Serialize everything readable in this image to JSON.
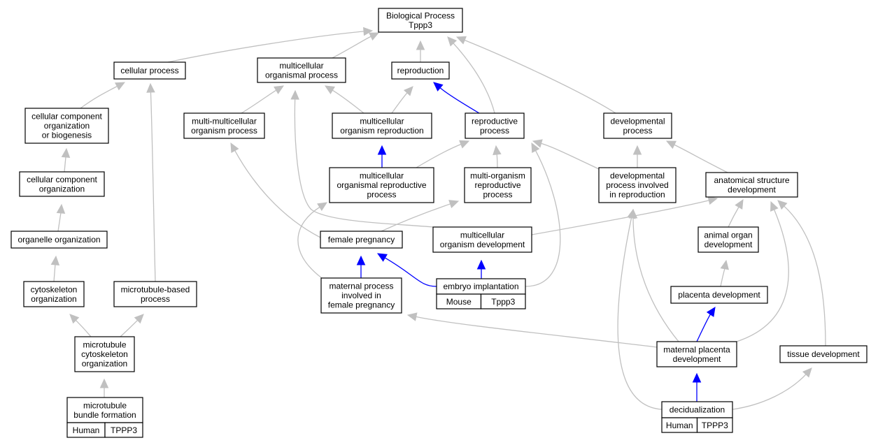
{
  "colors": {
    "edge_default": "#c0c0c0",
    "edge_highlight": "#0000ff",
    "badge_mouse": "#add8e6",
    "badge_human": "#f4614a",
    "node_border": "#000000",
    "background": "#ffffff"
  },
  "nodes": {
    "biological_process": [
      "Biological Process",
      "Tppp3"
    ],
    "cellular_process": [
      "cellular process"
    ],
    "multicellular_organismal_process": [
      "multicellular",
      "organismal process"
    ],
    "reproduction": [
      "reproduction"
    ],
    "cellular_component_organization_or_biogenesis": [
      "cellular component",
      "organization",
      "or biogenesis"
    ],
    "multi_multicellular_organism_process": [
      "multi-multicellular",
      "organism process"
    ],
    "multicellular_organism_reproduction": [
      "multicellular",
      "organism reproduction"
    ],
    "reproductive_process": [
      "reproductive",
      "process"
    ],
    "developmental_process": [
      "developmental",
      "process"
    ],
    "cellular_component_organization": [
      "cellular component",
      "organization"
    ],
    "multicellular_organismal_reproductive_process": [
      "multicellular",
      "organismal reproductive",
      "process"
    ],
    "multi_organism_reproductive_process": [
      "multi-organism",
      "reproductive",
      "process"
    ],
    "developmental_process_involved_in_reproduction": [
      "developmental",
      "process involved",
      "in reproduction"
    ],
    "anatomical_structure_development": [
      "anatomical structure",
      "development"
    ],
    "organelle_organization": [
      "organelle organization"
    ],
    "female_pregnancy": [
      "female pregnancy"
    ],
    "multicellular_organism_development": [
      "multicellular",
      "organism development"
    ],
    "animal_organ_development": [
      "animal organ",
      "development"
    ],
    "cytoskeleton_organization": [
      "cytoskeleton",
      "organization"
    ],
    "microtubule_based_process": [
      "microtubule-based",
      "process"
    ],
    "maternal_process_involved_in_female_pregnancy": [
      "maternal process",
      "involved in",
      "female pregnancy"
    ],
    "embryo_implantation": [
      "embryo implantation"
    ],
    "placenta_development": [
      "placenta development"
    ],
    "microtubule_cytoskeleton_organization": [
      "microtubule",
      "cytoskeleton",
      "organization"
    ],
    "maternal_placenta_development": [
      "maternal placenta",
      "development"
    ],
    "tissue_development": [
      "tissue development"
    ],
    "microtubule_bundle_formation": [
      "microtubule",
      "bundle formation"
    ],
    "decidualization": [
      "decidualization"
    ]
  },
  "annotations": {
    "embryo_implantation": {
      "species": "Mouse",
      "gene": "Tppp3"
    },
    "microtubule_bundle_formation": {
      "species": "Human",
      "gene": "TPPP3"
    },
    "decidualization": {
      "species": "Human",
      "gene": "TPPP3"
    }
  }
}
